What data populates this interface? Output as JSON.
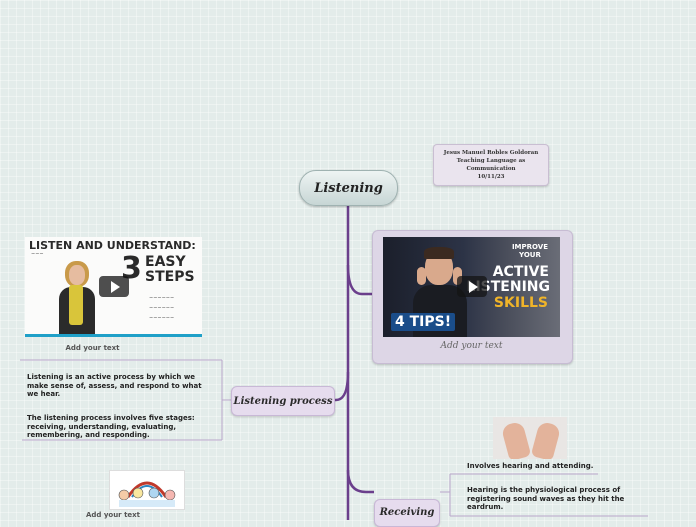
{
  "root": {
    "title": "Listening"
  },
  "info": {
    "name": "Jesus Manuel Robles Goldoran",
    "course": "Teaching Language as Communication",
    "date": "10/11/23"
  },
  "video_card": {
    "thumbnail": {
      "line1": "IMPROVE",
      "line2": "YOUR",
      "word1": "ACTIVE",
      "word2": "LISTENING",
      "word3": "SKILLS",
      "badge": "4 TIPS!"
    },
    "caption": "Add your text"
  },
  "listen_video": {
    "thumbnail": {
      "title": "LISTEN AND UNDERSTAND:",
      "number": "3",
      "word1": "EASY",
      "word2": "STEPS"
    },
    "caption": "Add your text"
  },
  "listening_process": {
    "label": "Listening process",
    "notes": [
      "Listening is an active process by which we make sense of, assess, and respond to what we hear.",
      "The listening process involves five stages: receiving, understanding, evaluating, remembering, and responding."
    ]
  },
  "receiving": {
    "label": "Receiving",
    "notes": [
      "Involves hearing and attending.",
      "Hearing is the physiological process of registering sound waves as they hit the eardrum."
    ]
  },
  "kids_image": {
    "caption": "Add your text"
  },
  "colors": {
    "connector": "#6b3f8c",
    "branch_fill": "#e6dcee",
    "background": "#e3ecea"
  },
  "icons": {
    "play": "play-icon"
  }
}
